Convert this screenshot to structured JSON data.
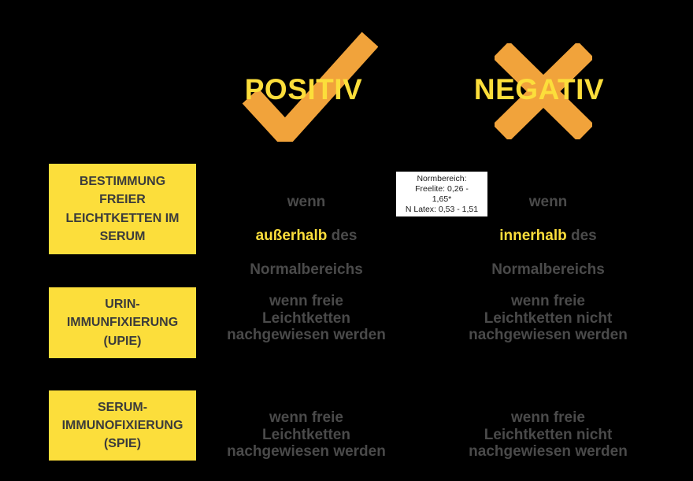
{
  "colors": {
    "background": "#000000",
    "yellow": "#FCDE3B",
    "orange": "#F1A33B",
    "box_text": "#3B3B3B",
    "gray_text": "#4A4A4A",
    "note_background": "#FFFFFF"
  },
  "header": {
    "positive_label": "POSITIV",
    "negative_label": "NEGATIV",
    "positive_icon": "check-icon",
    "negative_icon": "x-icon"
  },
  "rows": [
    {
      "label": "BESTIMMUNG\nFREIER\nLEICHTKETTEN IM\nSERUM",
      "positive": {
        "line1": "wenn",
        "em": "außerhalb",
        "after_em": " des",
        "line3": "Normalbereichs"
      },
      "negative": {
        "line1": "wenn",
        "em": "innerhalb",
        "after_em": " des",
        "line3": "Normalbereichs"
      },
      "note": "Normbereich:\nFreelite: 0,26 -\n1,65*\nN Latex: 0,53 - 1,51"
    },
    {
      "label": "URIN-\nIMMUNFIXIERUNG\n(UPIE)",
      "positive_text": "wenn freie\nLeichtketten\nnachgewiesen werden",
      "negative_text": "wenn freie\nLeichtketten nicht\nnachgewiesen werden"
    },
    {
      "label": "SERUM-\nIMMUNOFIXIERUNG\n(SPIE)",
      "positive_text": "wenn freie\nLeichtketten\nnachgewiesen werden",
      "negative_text": "wenn freie\nLeichtketten nicht\nnachgewiesen werden"
    }
  ]
}
